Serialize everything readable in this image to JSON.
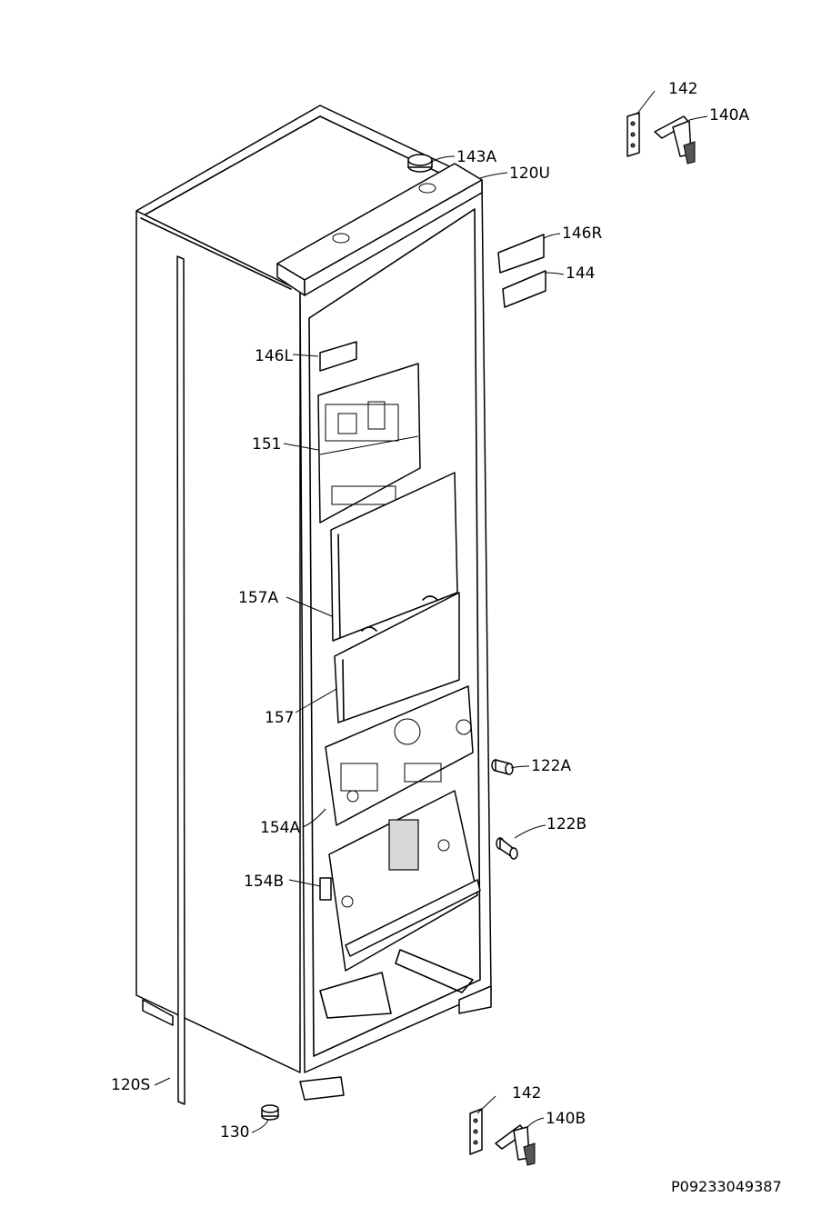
{
  "labels": {
    "l142_top": "142",
    "l140A": "140A",
    "l143A": "143A",
    "l120U": "120U",
    "l146R": "146R",
    "l144": "144",
    "l146L": "146L",
    "l151": "151",
    "l157A": "157A",
    "l157": "157",
    "l122A": "122A",
    "l122B": "122B",
    "l154A": "154A",
    "l154B": "154B",
    "l120S": "120S",
    "l130": "130",
    "l142_bottom": "142",
    "l140B": "140B"
  },
  "document_id": "P09233049387"
}
